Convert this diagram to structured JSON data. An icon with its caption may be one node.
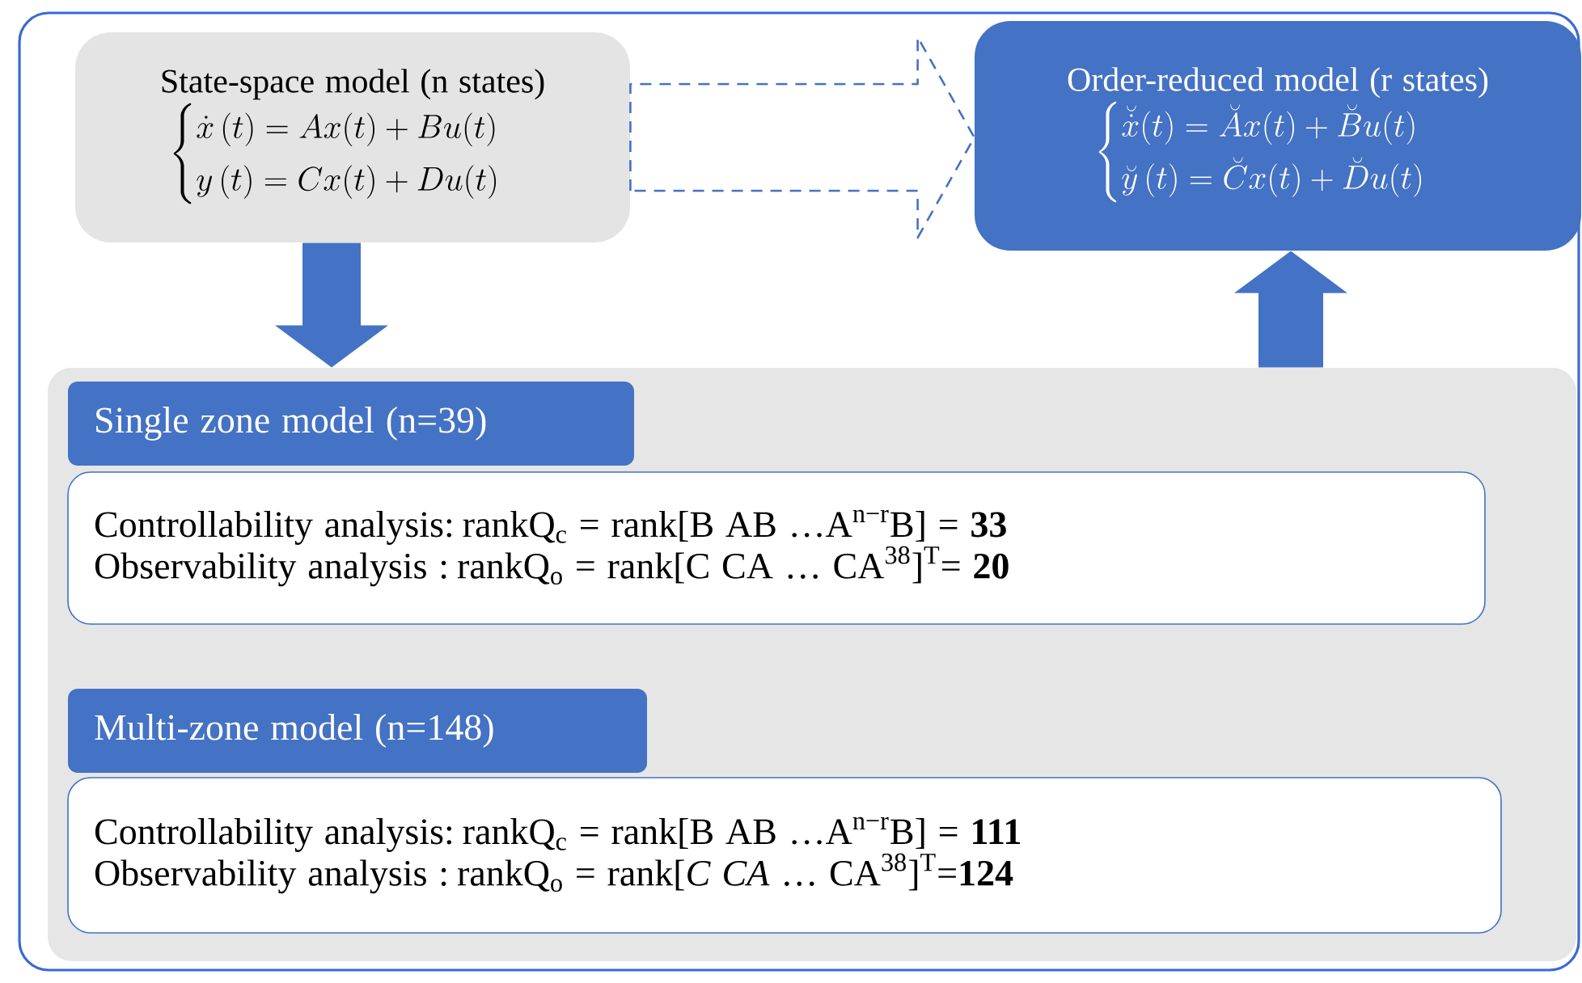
{
  "diagram": {
    "nodes": [
      {
        "text": [
          "State-space model (n states)",
          "\\begin{cases}\\dot{x}\\,(t)=Ax(t)+Bu(t)\\\\ y\\,(t)=Cx(t)+Du(t)\\end{cases}"
        ]
      },
      {
        "text": [
          "Order-reduced model (r states)",
          "\\begin{cases}\\breve{\\dot{x}}(t)=\\breve{A}x(t)+\\breve{B}u(t)\\\\ \\breve{y}\\,(t)=\\breve{C}x(t)+\\breve{D}u(t)\\end{cases}"
        ]
      },
      {
        "text": [],
        "shape": "box"
      },
      {
        "text": [
          "Single zone model (n=39)"
        ],
        "in": 2
      },
      {
        "text": [
          "Controllability analysis: rankQ$_{c}$ = rank[B AB …A$^{n−r}$B] = **33**",
          "Observability analysis : rankQ$_{o}$ = rank[C CA … CA$^{38}$]$^{T}$= **20**"
        ],
        "in": 2
      },
      {
        "text": [
          "Multi-zone model (n=148)"
        ],
        "in": 2
      },
      {
        "text": [
          "Controllability analysis: rankQ$_{c}$ = rank[B AB …A$^{n−r}$B] = **111**",
          "Observability analysis : rankQ$_{o}$ = rank[*C* *CA* … CA$^{38}$]$^{T}$=**124**"
        ],
        "in": 2
      }
    ],
    "edges": [
      {
        "from": 0,
        "to": 1,
        "arrow": "to",
        "style": "dashed"
      },
      {
        "from": 0,
        "to": 2,
        "arrow": "to"
      },
      {
        "from": 2,
        "to": 1,
        "arrow": "to"
      }
    ]
  }
}
